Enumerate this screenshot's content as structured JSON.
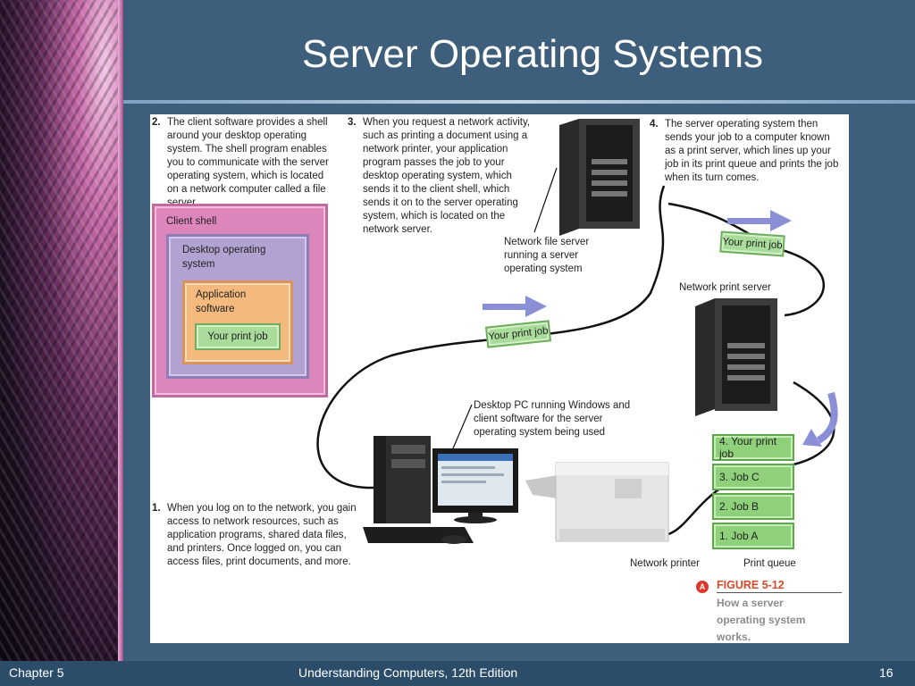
{
  "slide": {
    "title": "Server Operating Systems"
  },
  "figure": {
    "step1": {
      "num": "1.",
      "text": "When you log on to the network, you gain access to network resources, such as application programs, shared data files, and printers. Once logged on, you can access files, print documents, and more."
    },
    "step2": {
      "num": "2.",
      "text": "The client software provides a shell around your desktop operating system. The shell program enables you to communicate with the server operating system, which is located on a network computer called a file server."
    },
    "step3": {
      "num": "3.",
      "text": "When you request a network activity, such as printing a document using a network printer, your application program passes the job to your desktop operating system, which sends it to the client shell, which sends it on to the server operating system, which is located on the network server."
    },
    "step4": {
      "num": "4.",
      "text": "The server operating system then sends your job to a computer known as a print server, which lines up your job in its print queue and prints the job when its turn comes."
    },
    "client_shell_label": "Client shell",
    "desktop_os_label": "Desktop operating system",
    "app_software_label": "Application software",
    "print_job_label": "Your print job",
    "file_server_caption": "Network file server running a server operating system",
    "print_server_caption": "Network print server",
    "desktop_pc_caption": "Desktop PC running Windows and client software for the server operating system being used",
    "printer_caption": "Network printer",
    "queue_caption": "Print queue",
    "queue": [
      "4. Your print job",
      "3. Job C",
      "2. Job B",
      "1. Job A"
    ],
    "figure_number": "FIGURE 5-12",
    "figure_caption": "How a server operating system works.",
    "colors": {
      "client_shell": "#dc86bc",
      "desktop_os": "#b2a2d2",
      "app_software": "#f4b97d",
      "print_job": "#a9dc9a",
      "arrow": "#8b8fd6"
    }
  },
  "footer": {
    "left": "Chapter 5",
    "center": "Understanding Computers, 12th Edition",
    "page": "16"
  }
}
